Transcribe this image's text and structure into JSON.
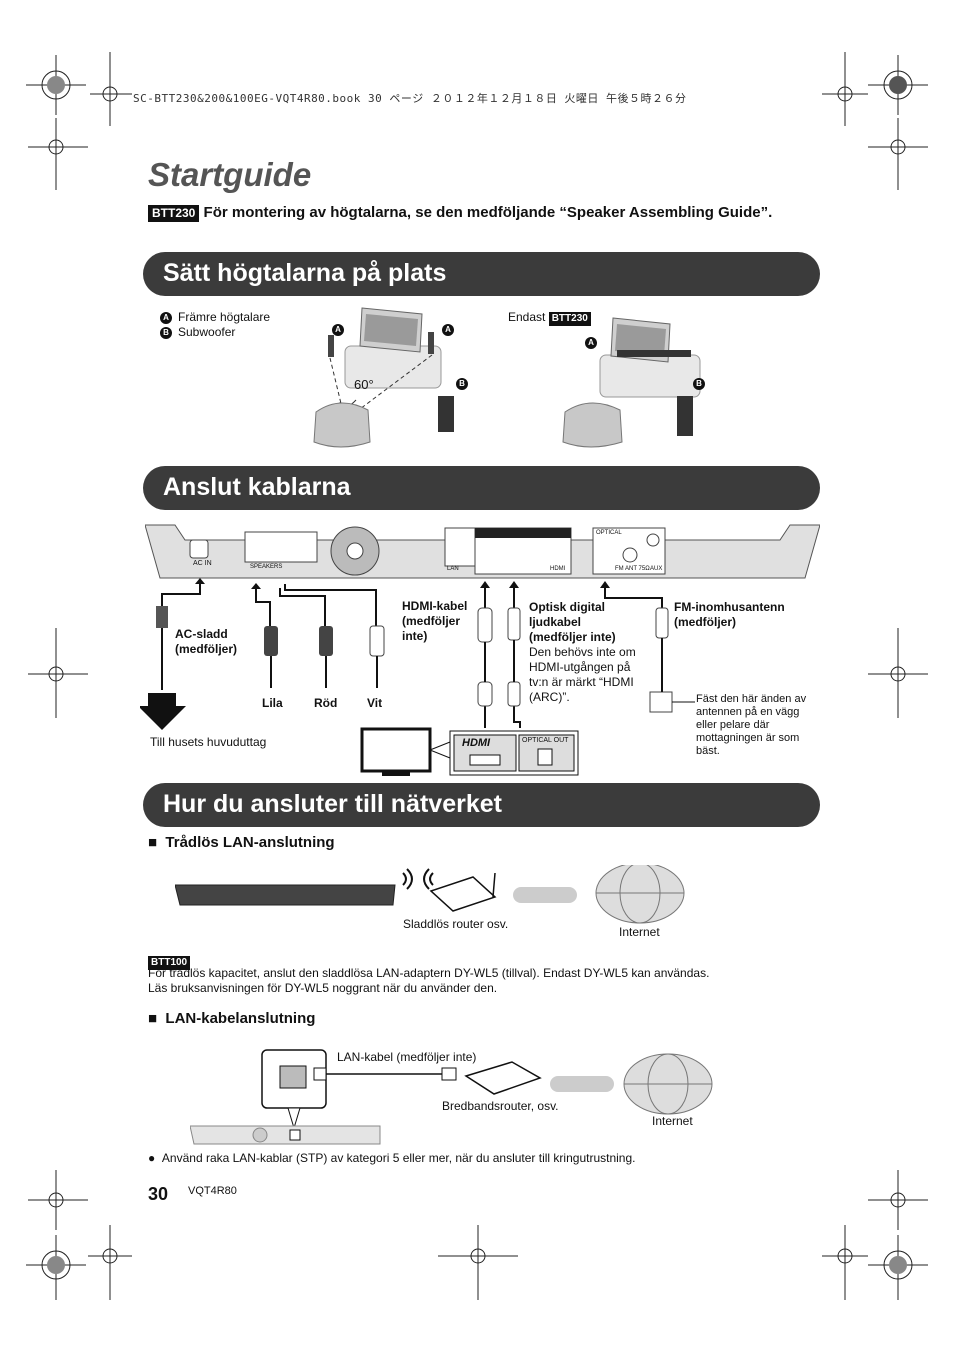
{
  "header": {
    "file_line": "SC-BTT230&200&100EG-VQT4R80.book  30 ページ  ２０１２年１２月１８日  火曜日  午後５時２６分"
  },
  "page_title": "Startguide",
  "intro": {
    "badge": "BTT230",
    "text": "För montering av högtalarna, se den medföljande “Speaker Assembling Guide”."
  },
  "sections": {
    "speakers": {
      "heading": "Sätt högtalarna på plats",
      "legend": [
        {
          "marker": "A",
          "label": "Främre högtalare"
        },
        {
          "marker": "B",
          "label": "Subwoofer"
        }
      ],
      "angle": "60°",
      "only_label": "Endast",
      "only_badge": "BTT230"
    },
    "cables": {
      "heading": "Anslut kablarna",
      "ac_cable": "AC-sladd (medföljer)",
      "outlet": "Till husets huvuduttag",
      "speaker_colors": [
        "Lila",
        "Röd",
        "Vit"
      ],
      "hdmi_cable": "HDMI-kabel (medföljer inte)",
      "optical_title": "Optisk digital ljudkabel (medföljer inte)",
      "optical_note": "Den behövs inte om HDMI-utgången på tv:n är märkt “HDMI (ARC)”.",
      "fm_antenna": "FM-inomhusantenn (medföljer)",
      "fm_note": "Fäst den här änden av antennen på en vägg eller pelare där mottagningen är som bäst.",
      "tv_hdmi_label": "HDMI",
      "tv_optical_label": "OPTICAL OUT",
      "panel": {
        "ac_in": "AC IN",
        "speakers": "SPEAKERS",
        "lan": "LAN",
        "hdmi": "HDMI",
        "aux": "AUX",
        "optical": "OPTICAL",
        "fm_ant": "FM ANT 75Ω"
      }
    },
    "network": {
      "heading": "Hur du ansluter till nätverket",
      "wireless_heading": "Trådlös LAN-anslutning",
      "router_label": "Sladdlös router osv.",
      "internet_label": "Internet",
      "btt100_badge": "BTT100",
      "btt100_text": "För trådlös kapacitet, anslut den sladdlösa LAN-adaptern DY-WL5 (tillval). Endast DY-WL5 kan användas.",
      "manual_text": "Läs bruksanvisningen för DY-WL5 noggrant när du använder den.",
      "cable_heading": "LAN-kabelanslutning",
      "lan_cable_label": "LAN-kabel (medföljer inte)",
      "broadband_label": "Bredbandsrouter, osv.",
      "internet_label2": "Internet",
      "bullet_note": "Använd raka LAN-kablar (STP) av kategori 5 eller mer, när du ansluter till kringutrustning."
    }
  },
  "footer": {
    "page_number": "30",
    "code": "VQT4R80"
  }
}
